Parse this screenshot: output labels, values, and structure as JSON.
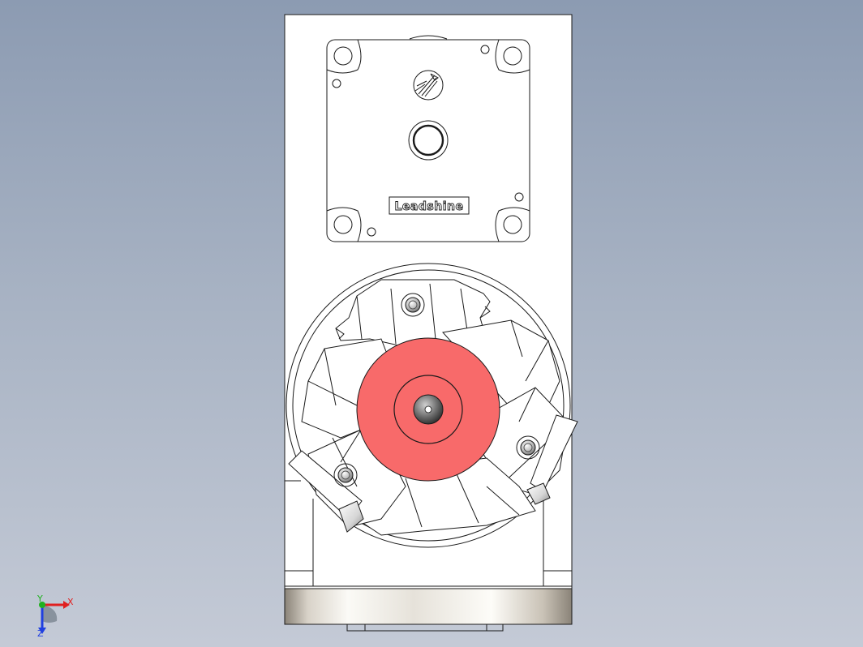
{
  "model": {
    "motor_brand": "Leadshine",
    "highlight_color": "#f86a6a"
  },
  "triad": {
    "x_label": "X",
    "y_label": "Y",
    "z_label": "Z",
    "x_color": "#e02020",
    "y_color": "#20b020",
    "z_color": "#2040e0"
  },
  "colors": {
    "background_top": "#8c9bb2",
    "background_bottom": "#c4cad6",
    "edge": "#1a1a1a",
    "face": "#ffffff",
    "highlight": "#f86a6a"
  }
}
